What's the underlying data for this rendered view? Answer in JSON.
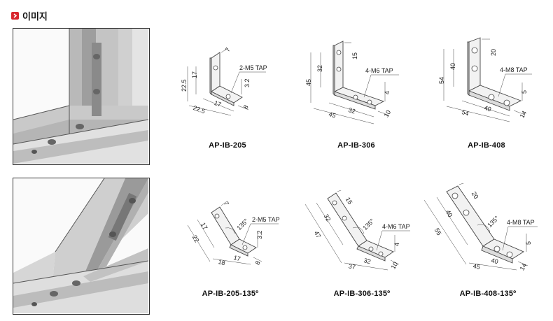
{
  "header": {
    "title": "이미지",
    "icon": "chevron-right-icon",
    "icon_color": "#d8262d"
  },
  "parts": [
    {
      "name": "AP-IB-205",
      "dims": {
        "vert_total": "22.5",
        "vert_inner": "17",
        "top": "7",
        "tap": "2-M5 TAP",
        "thick": "3.2",
        "base_total": "22.5",
        "base_inner": "17",
        "width": "8"
      }
    },
    {
      "name": "AP-IB-306",
      "dims": {
        "vert_total": "45",
        "vert_inner": "32",
        "top": "15",
        "tap": "4-M6 TAP",
        "thick": "4",
        "base_total": "45",
        "base_inner": "32",
        "width": "10"
      }
    },
    {
      "name": "AP-IB-408",
      "dims": {
        "vert_total": "54",
        "vert_inner": "40",
        "top": "20",
        "tap": "4-M8 TAP",
        "thick": "5",
        "base_total": "54",
        "base_inner": "40",
        "width": "14"
      }
    },
    {
      "name": "AP-IB-205-135º",
      "dims": {
        "left_long": "22",
        "left_inner": "17",
        "top": "7",
        "angle": "135°",
        "tap": "2-M5 TAP",
        "thick": "3.2",
        "base_total": "18",
        "base_inner": "17",
        "width": "8"
      }
    },
    {
      "name": "AP-IB-306-135º",
      "dims": {
        "left_long": "47",
        "left_inner": "32",
        "top": "15",
        "angle": "135°",
        "tap": "4-M6 TAP",
        "thick": "4",
        "base_total": "37",
        "base_inner": "32",
        "width": "10"
      }
    },
    {
      "name": "AP-IB-408-135º",
      "dims": {
        "left_long": "55",
        "left_inner": "40",
        "top": "20",
        "angle": "135°",
        "tap": "4-M8 TAP",
        "thick": "5",
        "base_total": "45",
        "base_inner": "40",
        "width": "14"
      }
    }
  ]
}
